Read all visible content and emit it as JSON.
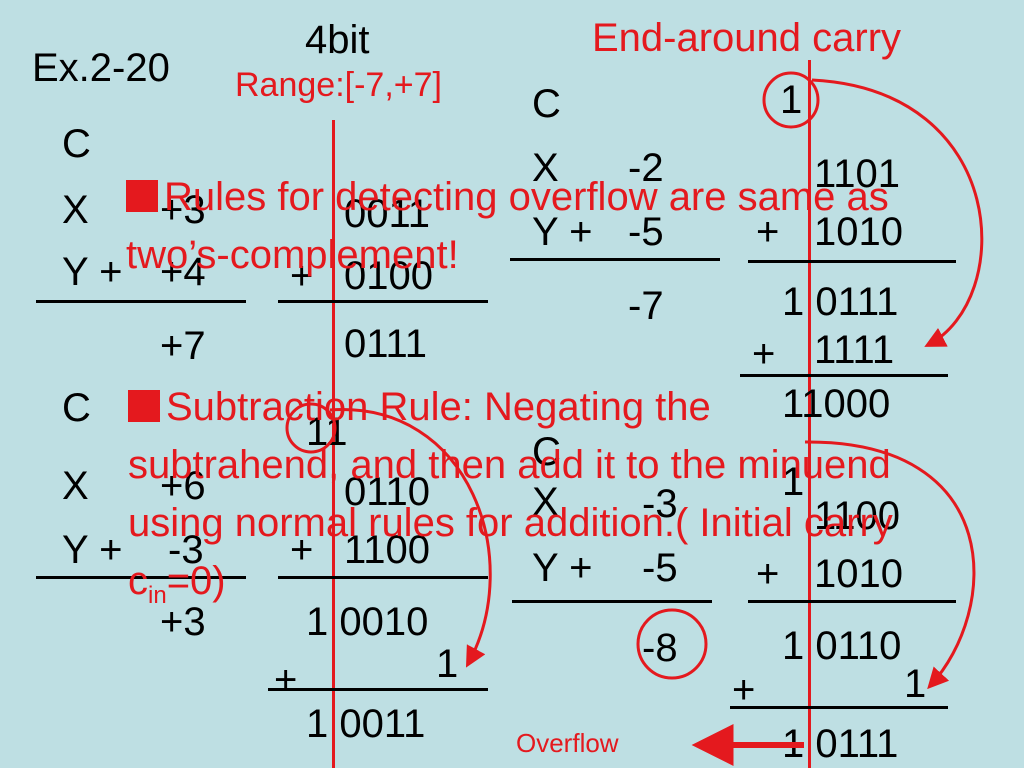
{
  "header": {
    "example": "Ex.2-20",
    "bits": "4bit",
    "range": "Range:[-7,+7]",
    "end_around_carry": "End-around carry"
  },
  "rules": {
    "overflow_rule": "Rules for detecting overflow are same as two’s-complement!",
    "subtraction_rule_a": "Subtraction Rule: Negating the subtrahend, and then add it to the minuend using normal rules for addition.( Initial carry c",
    "subtraction_rule_sub": "in",
    "subtraction_rule_b": "=0)"
  },
  "example1": {
    "c": "C",
    "x": "X",
    "y": "Y +",
    "x_dec": "+3",
    "y_dec": "+4",
    "result_dec": "+7",
    "x_bin": "0011",
    "y_bin": "0100",
    "plus": "+",
    "result_bin": "0111"
  },
  "example2": {
    "c": "C",
    "x": "X",
    "y": "Y +",
    "x_dec": "+6",
    "y_dec": "-3",
    "result_dec": "+3",
    "carry": "11",
    "x_bin": "0110",
    "plus": "+",
    "y_bin": "1100",
    "sum_bin": "1 0010",
    "eac_plus": "+",
    "eac_one": "1",
    "final_bin": "1 0011"
  },
  "example3": {
    "c": "C",
    "x": "X",
    "y": "Y +",
    "x_dec": "-2",
    "y_dec": "-5",
    "result_dec": "-7",
    "carry": "1",
    "x_bin": "1101",
    "plus": "+",
    "y_bin": "1010",
    "sum_bin": "1 0111",
    "eac_plus": "+",
    "eac_bin": "1111",
    "final_bin": "11000"
  },
  "example4": {
    "c": "C",
    "x": "X",
    "y": "Y +",
    "x_dec": "-3",
    "y_dec": "-5",
    "result_dec": "-8",
    "carry": "1",
    "x_bin": "1100",
    "plus": "+",
    "y_bin": "1010",
    "sum_bin": "1 0110",
    "eac_plus": "+",
    "eac_one": "1",
    "final_bin": "1 0111",
    "overflow": "Overflow"
  }
}
